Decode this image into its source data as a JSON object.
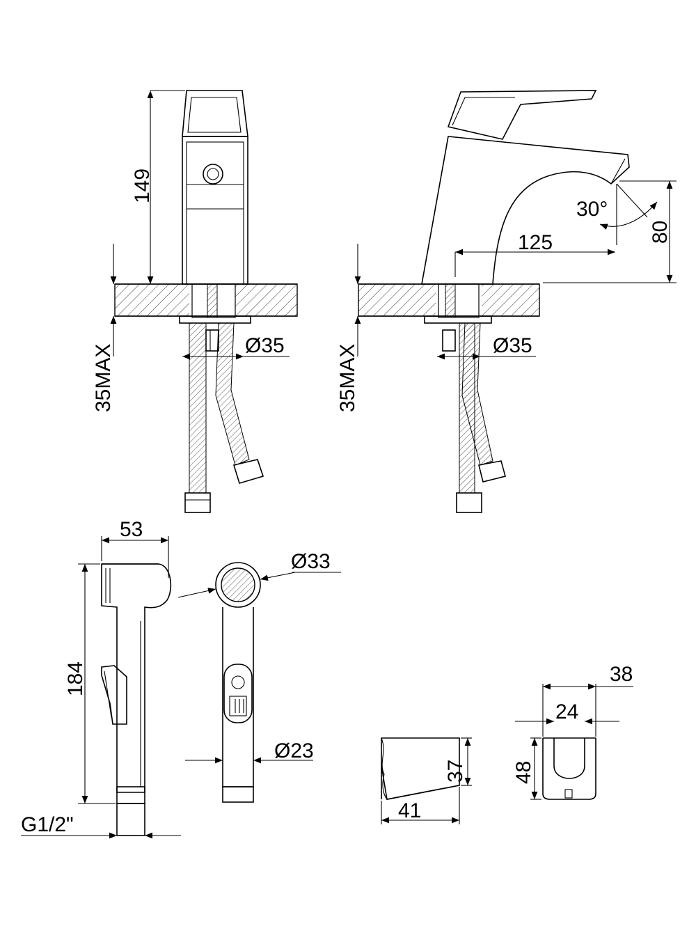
{
  "labels": {
    "height_faucet": "149",
    "max_thickness_left": "35MAX",
    "max_thickness_right": "35MAX",
    "hole_diam_left": "Ø35",
    "hole_diam_right": "Ø35",
    "spout_reach": "125",
    "spout_height": "80",
    "swivel_angle": "30°",
    "head_width": "53",
    "head_diam": "Ø33",
    "shower_length": "184",
    "handle_diam": "Ø23",
    "thread": "G1/2\"",
    "holder_depth": "41",
    "holder_height": "37",
    "holder_width_outer": "38",
    "holder_width_inner": "24",
    "holder_height_front": "48"
  }
}
